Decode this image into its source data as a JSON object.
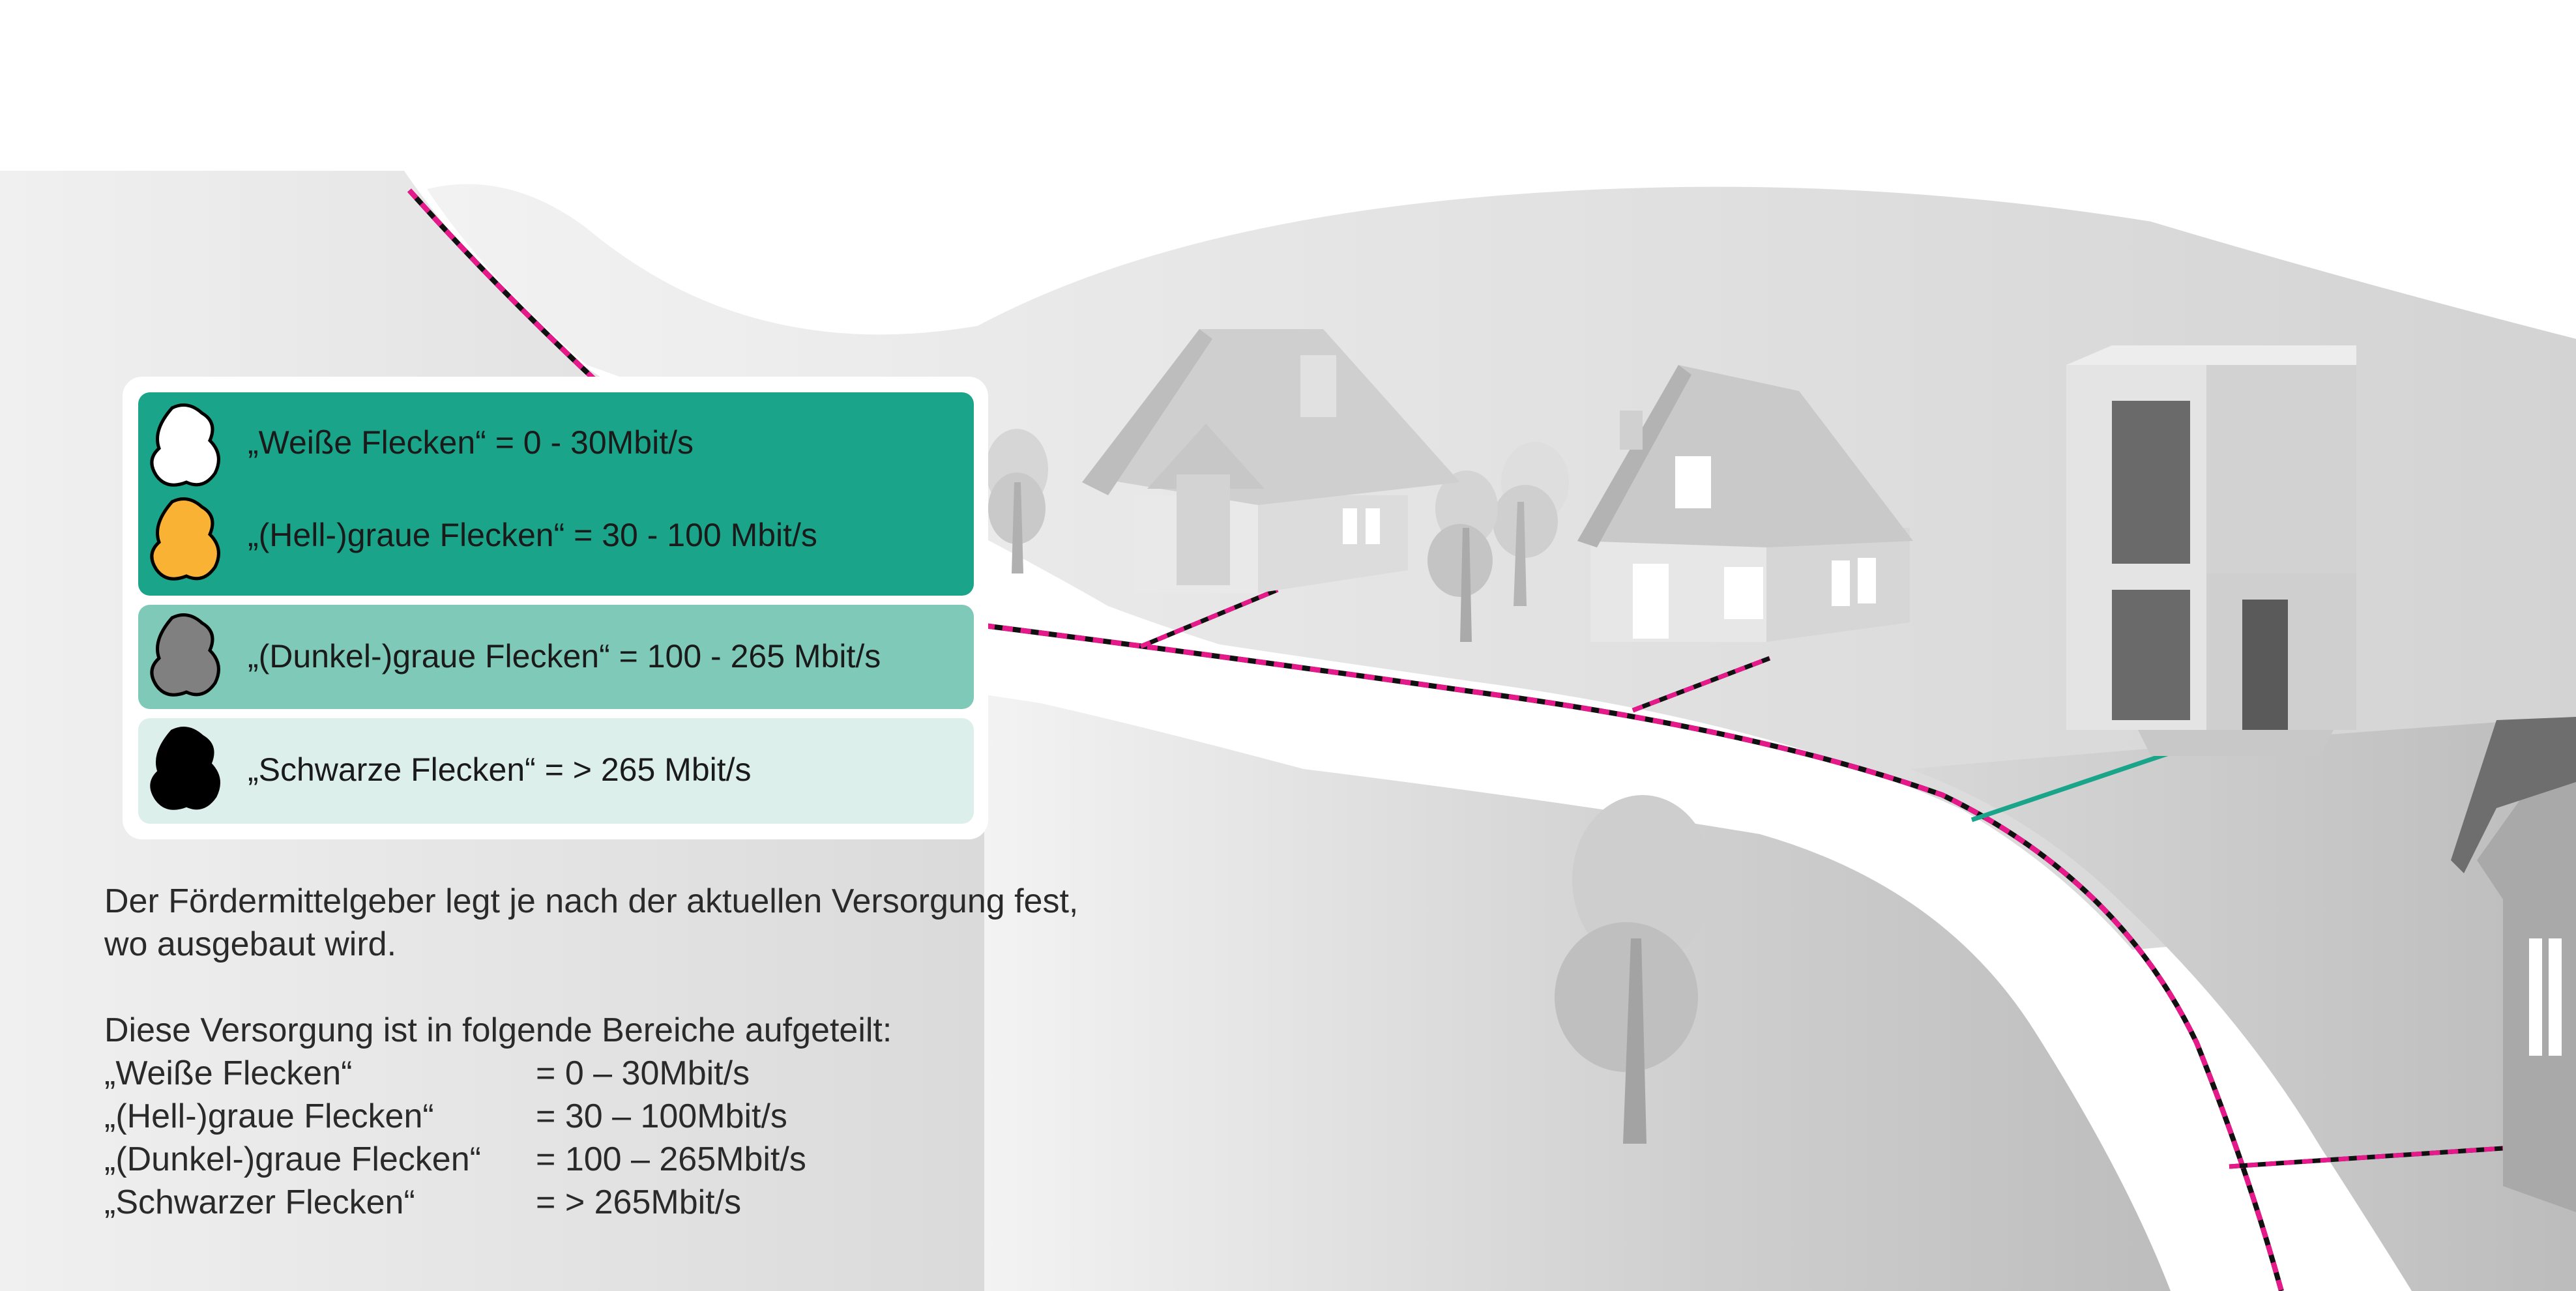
{
  "colors": {
    "legend_dark": "#1aa58a",
    "legend_medium": "#7fc9b8",
    "legend_light": "#dcefea",
    "fiber_pink": "#e6198a",
    "connection_teal": "#1aa58a",
    "blob_white": "#ffffff",
    "blob_yellow": "#f9b233",
    "blob_gray": "#808080",
    "blob_black": "#000000"
  },
  "legend": {
    "items": [
      {
        "label": "„Weiße Flecken“ = 0 - 30Mbit/s",
        "icon": "white-area-icon"
      },
      {
        "label": "„(Hell-)graue Flecken“ = 30 - 100 Mbit/s",
        "icon": "light-gray-area-icon"
      },
      {
        "label": "„(Dunkel-)graue Flecken“ = 100 - 265 Mbit/s",
        "icon": "dark-gray-area-icon"
      },
      {
        "label": "„Schwarze Flecken“ = > 265 Mbit/s",
        "icon": "black-area-icon"
      }
    ]
  },
  "description": {
    "line1": "Der Fördermittelgeber legt je nach der aktuellen Versorgung fest,",
    "line2": "wo ausgebaut wird.",
    "line3": "Diese Versorgung ist in folgende Bereiche aufgeteilt:"
  },
  "categories": [
    {
      "name": "„Weiße Flecken“",
      "range": "= 0 – 30Mbit/s"
    },
    {
      "name": "„(Hell-)graue Flecken“",
      "range": "= 30 – 100Mbit/s"
    },
    {
      "name": "„(Dunkel-)graue Flecken“",
      "range": "= 100 – 265Mbit/s"
    },
    {
      "name": "„Schwarzer Flecken“",
      "range": "= > 265Mbit/s"
    }
  ]
}
